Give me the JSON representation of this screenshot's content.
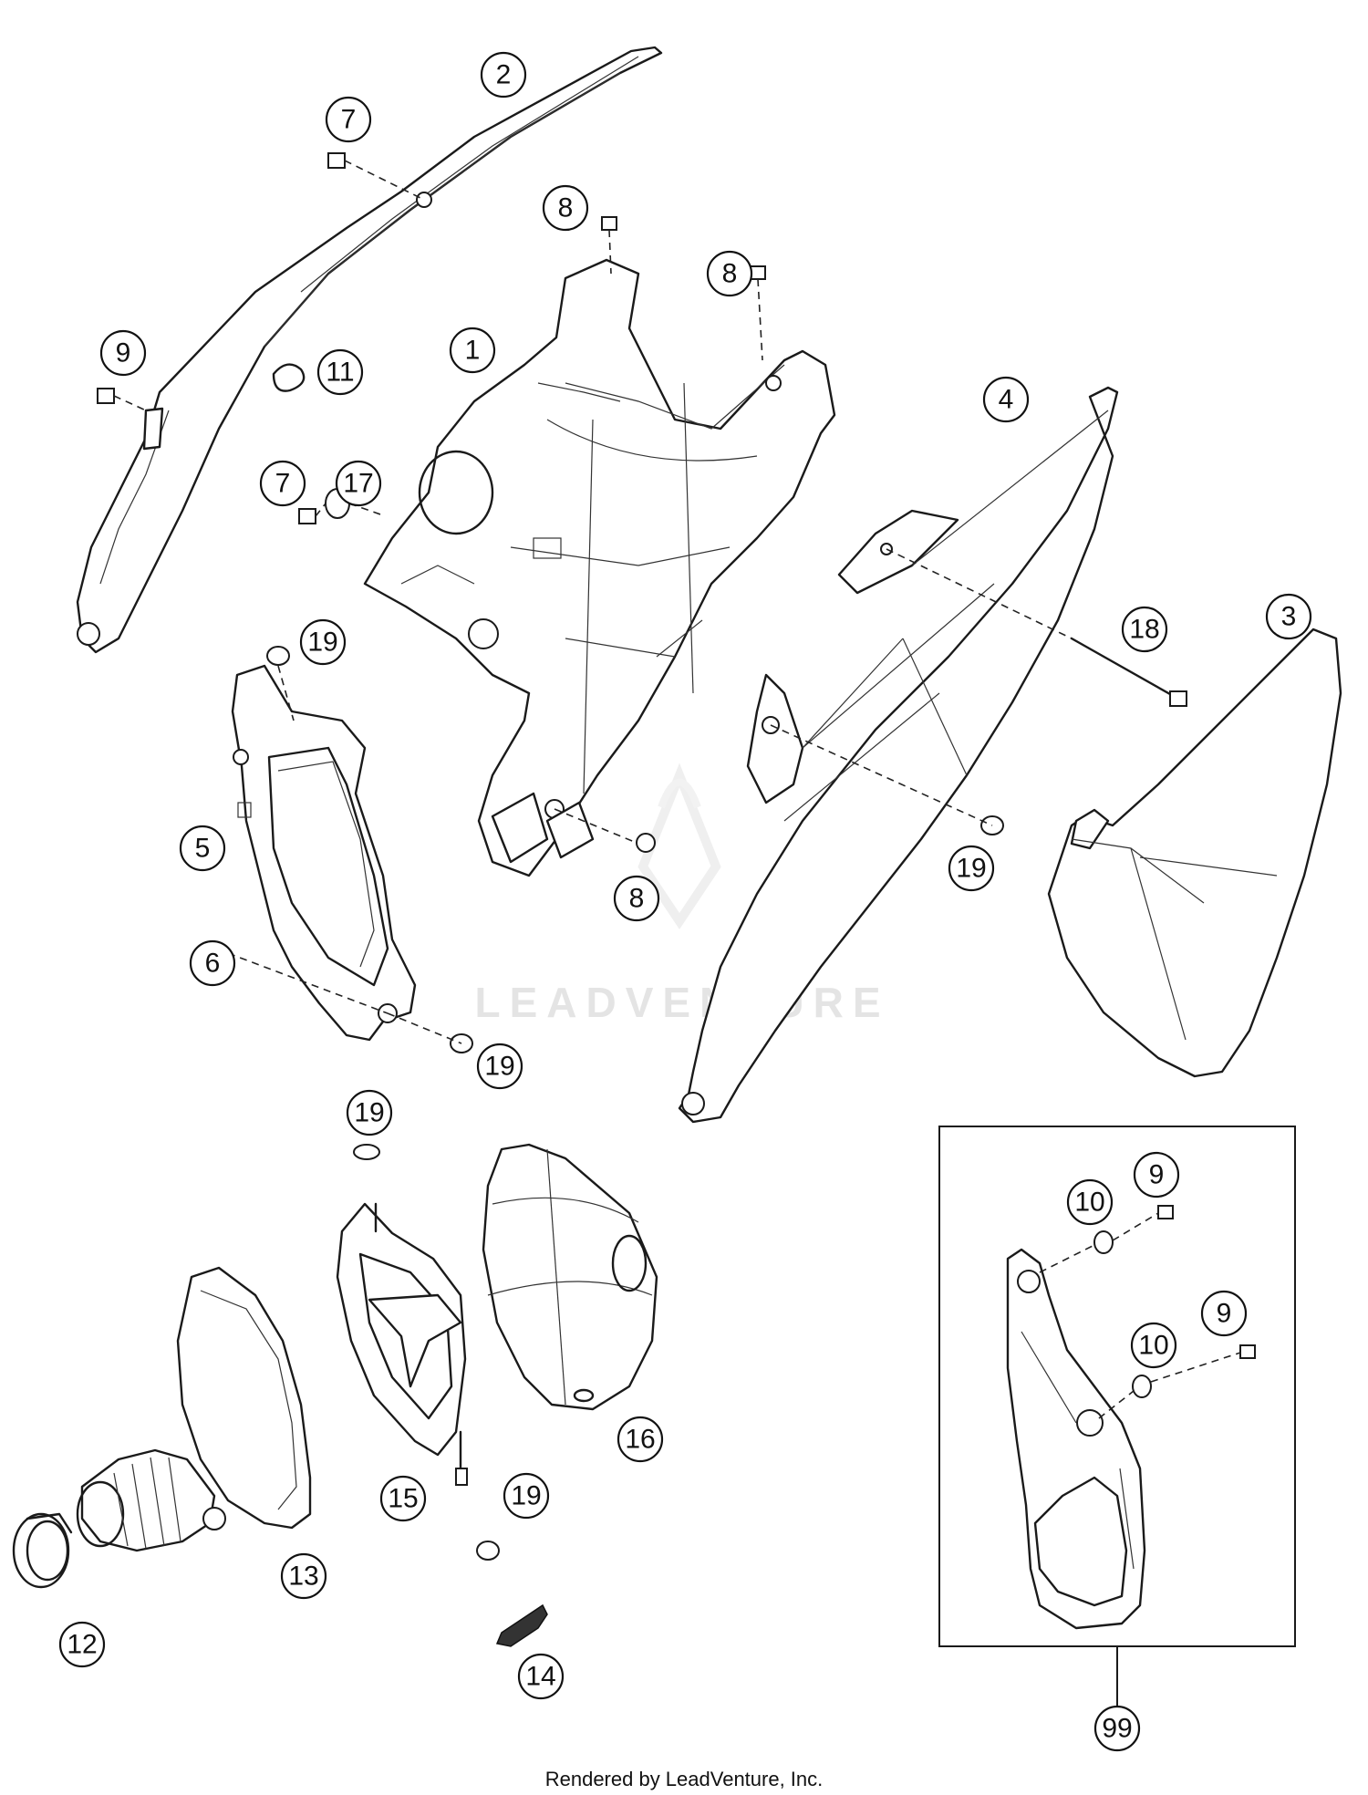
{
  "watermark": {
    "brand": "LEADVENTURE"
  },
  "footer": {
    "credit": "Rendered by LeadVenture, Inc."
  },
  "callouts": [
    {
      "id": "c1",
      "label": "1"
    },
    {
      "id": "c2",
      "label": "2"
    },
    {
      "id": "c3",
      "label": "3"
    },
    {
      "id": "c4",
      "label": "4"
    },
    {
      "id": "c5",
      "label": "5"
    },
    {
      "id": "c6",
      "label": "6"
    },
    {
      "id": "c7a",
      "label": "7"
    },
    {
      "id": "c7b",
      "label": "7"
    },
    {
      "id": "c8a",
      "label": "8"
    },
    {
      "id": "c8b",
      "label": "8"
    },
    {
      "id": "c8c",
      "label": "8"
    },
    {
      "id": "c9a",
      "label": "9"
    },
    {
      "id": "c9b",
      "label": "9"
    },
    {
      "id": "c9c",
      "label": "9"
    },
    {
      "id": "c10a",
      "label": "10"
    },
    {
      "id": "c10b",
      "label": "10"
    },
    {
      "id": "c11",
      "label": "11"
    },
    {
      "id": "c12",
      "label": "12"
    },
    {
      "id": "c13",
      "label": "13"
    },
    {
      "id": "c14",
      "label": "14"
    },
    {
      "id": "c15",
      "label": "15"
    },
    {
      "id": "c16",
      "label": "16"
    },
    {
      "id": "c17",
      "label": "17"
    },
    {
      "id": "c18",
      "label": "18"
    },
    {
      "id": "c19a",
      "label": "19"
    },
    {
      "id": "c19b",
      "label": "19"
    },
    {
      "id": "c19c",
      "label": "19"
    },
    {
      "id": "c19d",
      "label": "19"
    },
    {
      "id": "c19e",
      "label": "19"
    },
    {
      "id": "c99",
      "label": "99"
    }
  ]
}
